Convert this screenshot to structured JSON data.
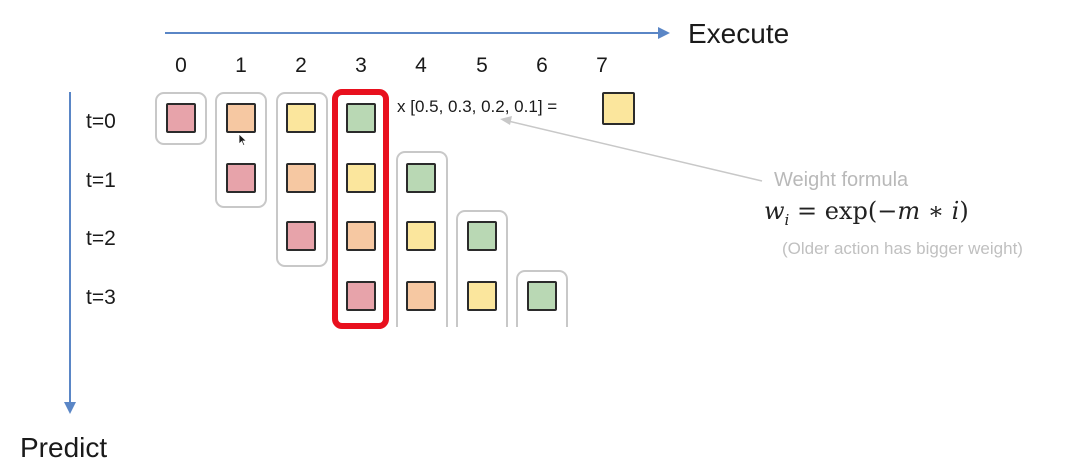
{
  "axes": {
    "execute_label": "Execute",
    "predict_label": "Predict"
  },
  "columns": [
    "0",
    "1",
    "2",
    "3",
    "4",
    "5",
    "6",
    "7"
  ],
  "rows": [
    "t=0",
    "t=1",
    "t=2",
    "t=3"
  ],
  "colors": {
    "step_0": "#e7a3aa",
    "step_1": "#f6c8a2",
    "step_2": "#fbe69d",
    "step_3": "#b9d8b4",
    "axis": "#5a86c6",
    "highlight": "#e8101e",
    "group_border": "#c8c8c8"
  },
  "formula": {
    "multiplier": "x [0.5, 0.3, 0.2, 0.1] =",
    "title": "Weight formula",
    "expression": "w_i = exp(−m ∗ i)",
    "note": "(Older action has bigger weight)"
  }
}
